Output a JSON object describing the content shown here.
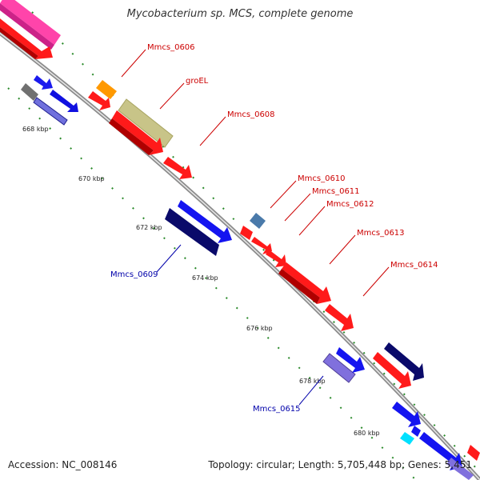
{
  "title": "Mycobacterium sp. MCS, complete genome",
  "footer": {
    "accession": "Accession: NC_008146",
    "topology": "Topology: circular; Length: 5,705,448 bp; Genes: 5,451"
  },
  "colors": {
    "background": "#ffffff",
    "backbone": "#9a9a9a",
    "tick": "#2a8a2a",
    "label_red": "#cc0000",
    "label_blue": "#0000aa"
  },
  "scale_labels": [
    "668 kbp",
    "670 kbp",
    "672 kbp",
    "674 kbp",
    "676 kbp",
    "678 kbp",
    "680 kbp"
  ],
  "gene_labels": [
    {
      "text": "Mmcs_0606",
      "color": "red"
    },
    {
      "text": "groEL",
      "color": "red"
    },
    {
      "text": "Mmcs_0608",
      "color": "red"
    },
    {
      "text": "Mmcs_0610",
      "color": "red"
    },
    {
      "text": "Mmcs_0611",
      "color": "red"
    },
    {
      "text": "Mmcs_0612",
      "color": "red"
    },
    {
      "text": "Mmcs_0613",
      "color": "red"
    },
    {
      "text": "Mmcs_0614",
      "color": "red"
    },
    {
      "text": "Mmcs_0609",
      "color": "blue"
    },
    {
      "text": "Mmcs_0615",
      "color": "blue"
    }
  ]
}
